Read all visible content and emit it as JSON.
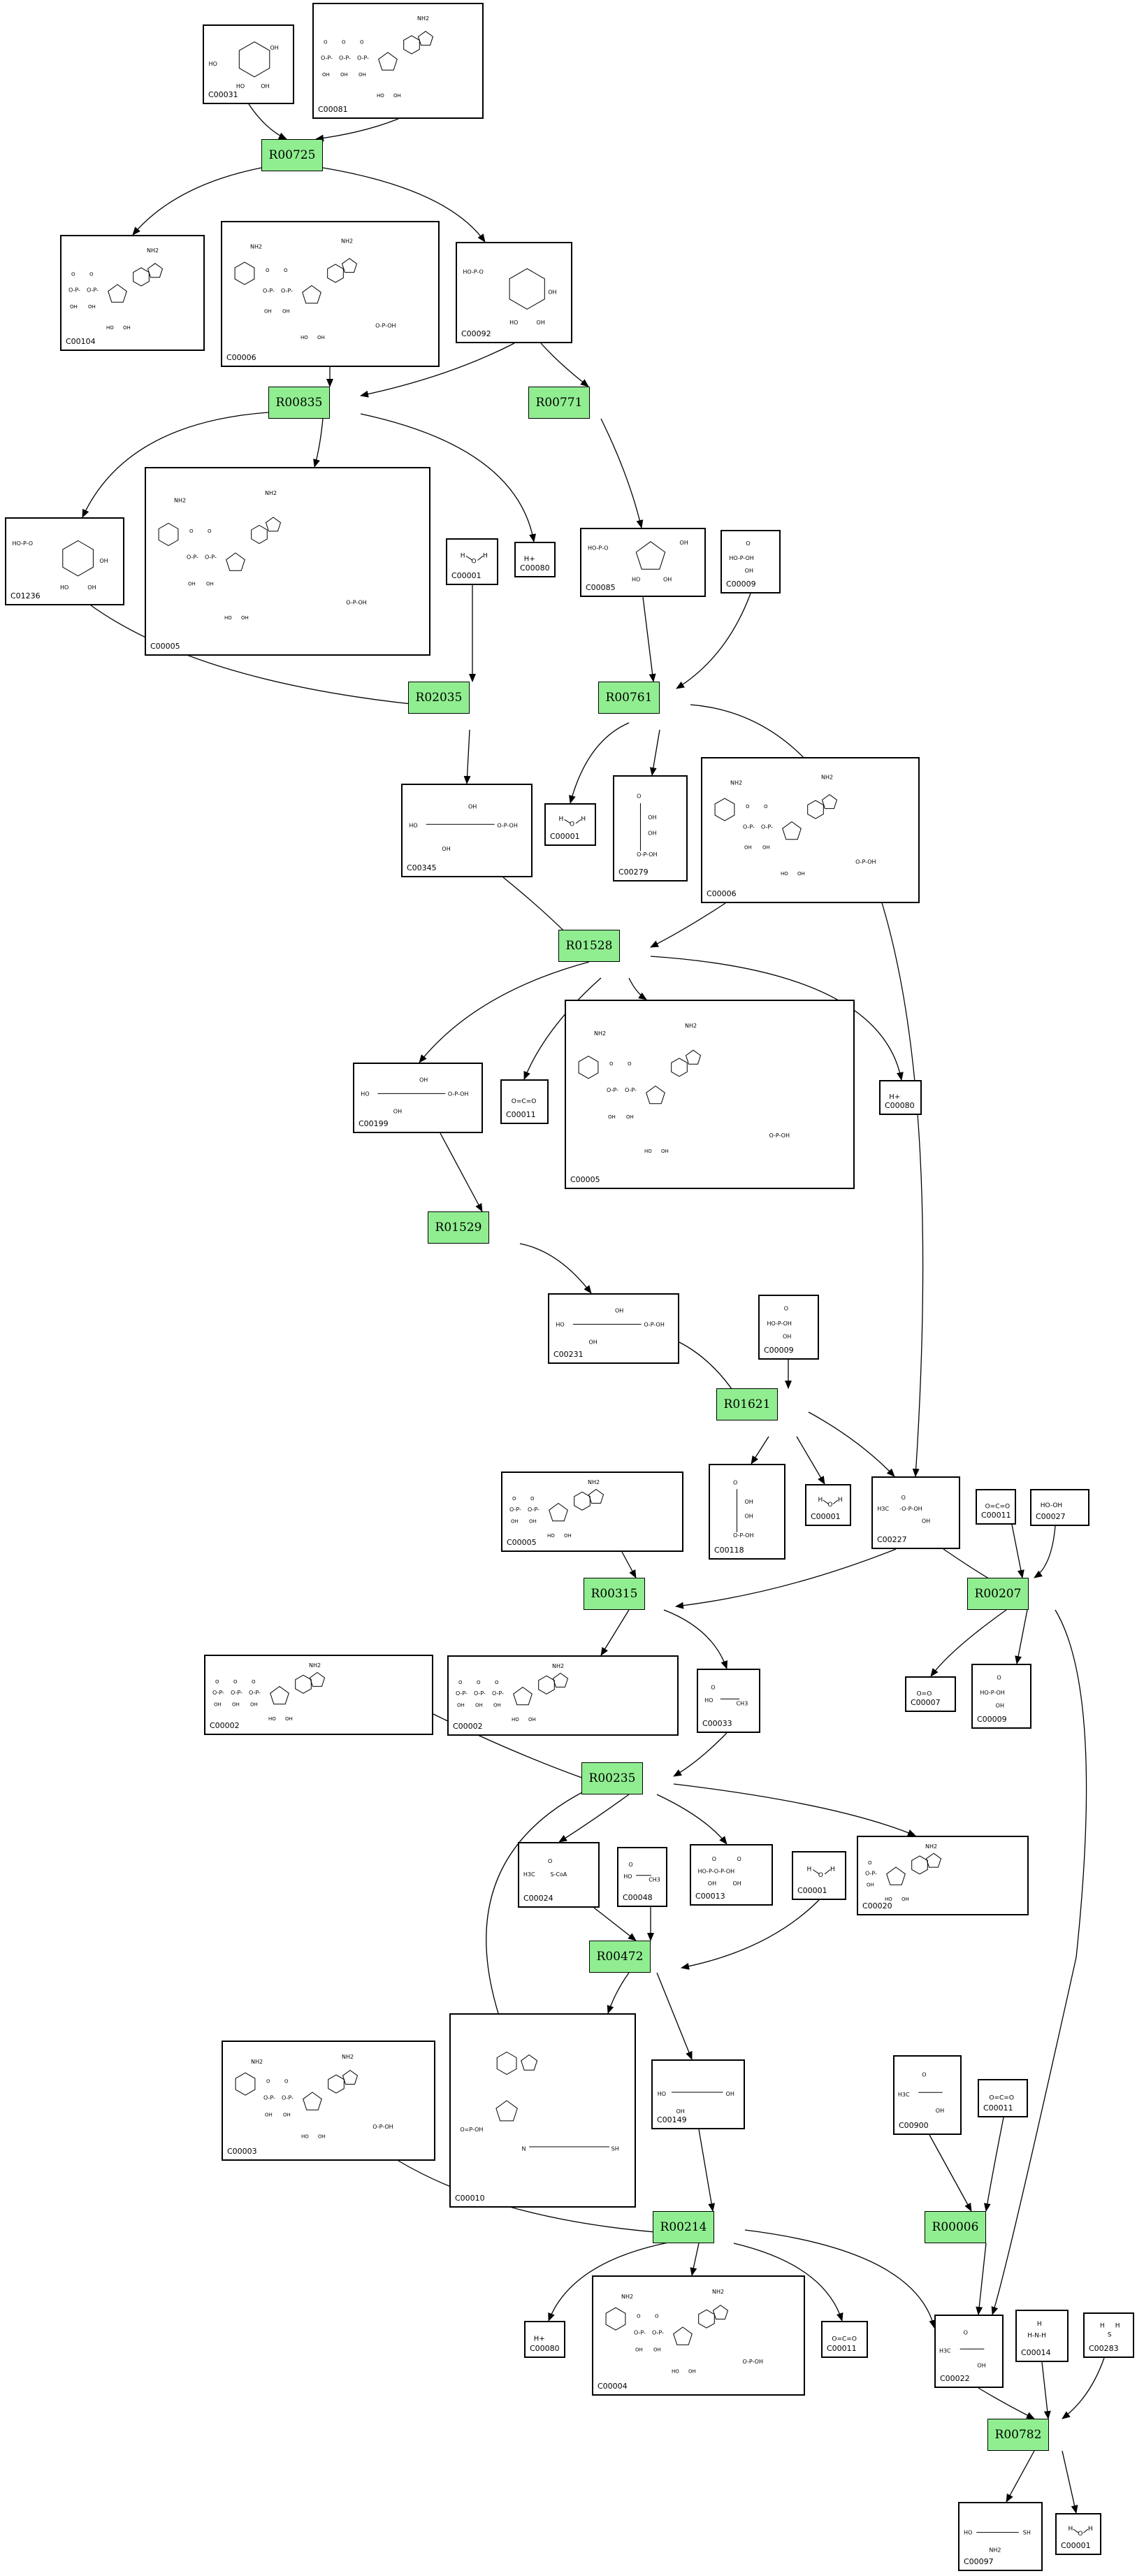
{
  "colors": {
    "reaction_fill": "#90EE90",
    "reaction_border": "#000000",
    "compound_border": "#000000",
    "edge": "#000000",
    "background": "#ffffff"
  },
  "reactions": [
    {
      "id": "R00725",
      "label": "R00725"
    },
    {
      "id": "R00835",
      "label": "R00835"
    },
    {
      "id": "R00771",
      "label": "R00771"
    },
    {
      "id": "R02035",
      "label": "R02035"
    },
    {
      "id": "R00761",
      "label": "R00761"
    },
    {
      "id": "R01528",
      "label": "R01528"
    },
    {
      "id": "R01529",
      "label": "R01529"
    },
    {
      "id": "R01621",
      "label": "R01621"
    },
    {
      "id": "R00315",
      "label": "R00315"
    },
    {
      "id": "R00207",
      "label": "R00207"
    },
    {
      "id": "R00235",
      "label": "R00235"
    },
    {
      "id": "R00472",
      "label": "R00472"
    },
    {
      "id": "R00006",
      "label": "R00006"
    },
    {
      "id": "R00214",
      "label": "R00214"
    },
    {
      "id": "R00782",
      "label": "R00782"
    }
  ],
  "compounds": [
    {
      "id": "c31a",
      "label": "C00031",
      "structure": "hexose-ring"
    },
    {
      "id": "c81a",
      "label": "C00081",
      "structure": "nucleotide-triphosphate"
    },
    {
      "id": "c104a",
      "label": "C00104",
      "structure": "nucleotide-diphosphate"
    },
    {
      "id": "c6a",
      "label": "C00006",
      "structure": "nadp"
    },
    {
      "id": "c92a",
      "label": "C00092",
      "structure": "sugar-phosphate-ring"
    },
    {
      "id": "c1236",
      "label": "C01236",
      "structure": "sugar-phosphate-lactone"
    },
    {
      "id": "c5a",
      "label": "C00005",
      "structure": "nadph"
    },
    {
      "id": "c1a",
      "label": "C00001",
      "structure": "water"
    },
    {
      "id": "c80a",
      "label": "C00080",
      "structure": "proton"
    },
    {
      "id": "c85a",
      "label": "C00085",
      "structure": "furanose-phosphate"
    },
    {
      "id": "c9a",
      "label": "C00009",
      "structure": "phosphate"
    },
    {
      "id": "c345",
      "label": "C00345",
      "structure": "acid-chain-phosphate"
    },
    {
      "id": "c1b",
      "label": "C00001",
      "structure": "water"
    },
    {
      "id": "c279",
      "label": "C00279",
      "structure": "aldehyde-chain-phosphate"
    },
    {
      "id": "c6b",
      "label": "C00006",
      "structure": "nadp"
    },
    {
      "id": "c199",
      "label": "C00199",
      "structure": "ketone-chain-phosphate"
    },
    {
      "id": "c11a",
      "label": "C00011",
      "structure": "carbon-dioxide"
    },
    {
      "id": "c5b",
      "label": "C00005",
      "structure": "nadph"
    },
    {
      "id": "c80b",
      "label": "C00080",
      "structure": "proton"
    },
    {
      "id": "c231",
      "label": "C00231",
      "structure": "ketone-chain-phosphate"
    },
    {
      "id": "c9b",
      "label": "C00009",
      "structure": "phosphate"
    },
    {
      "id": "c5c",
      "label": "C00005",
      "structure": "nucleotide-diphosphate"
    },
    {
      "id": "c118",
      "label": "C00118",
      "structure": "aldehyde-chain-phosphate"
    },
    {
      "id": "c1c",
      "label": "C00001",
      "structure": "water"
    },
    {
      "id": "c227",
      "label": "C00227",
      "structure": "acetyl-phosphate"
    },
    {
      "id": "c11b",
      "label": "C00011",
      "structure": "carbon-dioxide"
    },
    {
      "id": "c27",
      "label": "C00027",
      "structure": "peroxide"
    },
    {
      "id": "c2a",
      "label": "C00002",
      "structure": "nucleotide-triphosphate"
    },
    {
      "id": "c2b",
      "label": "C00002",
      "structure": "nucleotide-triphosphate"
    },
    {
      "id": "c33",
      "label": "C00033",
      "structure": "small-acid"
    },
    {
      "id": "c7",
      "label": "C00007",
      "structure": "oxygen"
    },
    {
      "id": "c9c",
      "label": "C00009",
      "structure": "phosphate"
    },
    {
      "id": "c24",
      "label": "C00024",
      "structure": "acetyl-coa"
    },
    {
      "id": "c48",
      "label": "C00048",
      "structure": "small-acid"
    },
    {
      "id": "c13",
      "label": "C00013",
      "structure": "diphosphate"
    },
    {
      "id": "c1d",
      "label": "C00001",
      "structure": "water"
    },
    {
      "id": "c20",
      "label": "C00020",
      "structure": "nucleotide-monophosphate"
    },
    {
      "id": "c3",
      "label": "C00003",
      "structure": "nadp"
    },
    {
      "id": "c10",
      "label": "C00010",
      "structure": "coenzyme-a"
    },
    {
      "id": "c149",
      "label": "C00149",
      "structure": "diacid"
    },
    {
      "id": "c900",
      "label": "C00900",
      "structure": "keto-acid-branched"
    },
    {
      "id": "c11c",
      "label": "C00011",
      "structure": "carbon-dioxide"
    },
    {
      "id": "c80c",
      "label": "C00080",
      "structure": "proton"
    },
    {
      "id": "c4",
      "label": "C00004",
      "structure": "nadph"
    },
    {
      "id": "c11d",
      "label": "C00011",
      "structure": "carbon-dioxide"
    },
    {
      "id": "c22",
      "label": "C00022",
      "structure": "keto-acid"
    },
    {
      "id": "c14",
      "label": "C00014",
      "structure": "ammonia"
    },
    {
      "id": "c283",
      "label": "C00283",
      "structure": "hydrogen-sulfide"
    },
    {
      "id": "c97",
      "label": "C00097",
      "structure": "amino-acid-thiol"
    },
    {
      "id": "c1e",
      "label": "C00001",
      "structure": "water"
    }
  ],
  "edges": [
    [
      "c31a",
      "R00725"
    ],
    [
      "c81a",
      "R00725"
    ],
    [
      "R00725",
      "c104a"
    ],
    [
      "R00725",
      "c92a"
    ],
    [
      "c6a",
      "R00835"
    ],
    [
      "c92a",
      "R00835"
    ],
    [
      "c92a",
      "R00771"
    ],
    [
      "R00835",
      "c1236"
    ],
    [
      "R00835",
      "c5a"
    ],
    [
      "R00835",
      "c80a"
    ],
    [
      "R00771",
      "c85a"
    ],
    [
      "c1236",
      "R02035"
    ],
    [
      "c1a",
      "R02035"
    ],
    [
      "c85a",
      "R00761"
    ],
    [
      "c9a",
      "R00761"
    ],
    [
      "R02035",
      "c345"
    ],
    [
      "R00761",
      "c1b"
    ],
    [
      "R00761",
      "c279"
    ],
    [
      "R00761",
      "c227"
    ],
    [
      "c345",
      "R01528"
    ],
    [
      "c6b",
      "R01528"
    ],
    [
      "R01528",
      "c199"
    ],
    [
      "R01528",
      "c11a"
    ],
    [
      "R01528",
      "c5b"
    ],
    [
      "R01528",
      "c80b"
    ],
    [
      "c199",
      "R01529"
    ],
    [
      "R01529",
      "c231"
    ],
    [
      "c231",
      "R01621"
    ],
    [
      "c9b",
      "R01621"
    ],
    [
      "R01621",
      "c118"
    ],
    [
      "R01621",
      "c1c"
    ],
    [
      "R01621",
      "c227"
    ],
    [
      "c5c",
      "R00315"
    ],
    [
      "c227",
      "R00315"
    ],
    [
      "c227",
      "R00207"
    ],
    [
      "c11b",
      "R00207"
    ],
    [
      "c27",
      "R00207"
    ],
    [
      "R00315",
      "c2b"
    ],
    [
      "R00315",
      "c33"
    ],
    [
      "R00207",
      "c7"
    ],
    [
      "R00207",
      "c9c"
    ],
    [
      "R00207",
      "c22"
    ],
    [
      "c2a",
      "R00235"
    ],
    [
      "c33",
      "R00235"
    ],
    [
      "c10",
      "R00235"
    ],
    [
      "R00235",
      "c24"
    ],
    [
      "R00235",
      "c13"
    ],
    [
      "R00235",
      "c20"
    ],
    [
      "c24",
      "R00472"
    ],
    [
      "c48",
      "R00472"
    ],
    [
      "c1d",
      "R00472"
    ],
    [
      "R00472",
      "c10"
    ],
    [
      "R00472",
      "c149"
    ],
    [
      "c3",
      "R00214"
    ],
    [
      "c149",
      "R00214"
    ],
    [
      "c900",
      "R00006"
    ],
    [
      "c11c",
      "R00006"
    ],
    [
      "R00214",
      "c80c"
    ],
    [
      "R00214",
      "c4"
    ],
    [
      "R00214",
      "c11d"
    ],
    [
      "R00214",
      "c22"
    ],
    [
      "R00006",
      "c22"
    ],
    [
      "c22",
      "R00782"
    ],
    [
      "c14",
      "R00782"
    ],
    [
      "c283",
      "R00782"
    ],
    [
      "R00782",
      "c97"
    ],
    [
      "R00782",
      "c1e"
    ]
  ]
}
